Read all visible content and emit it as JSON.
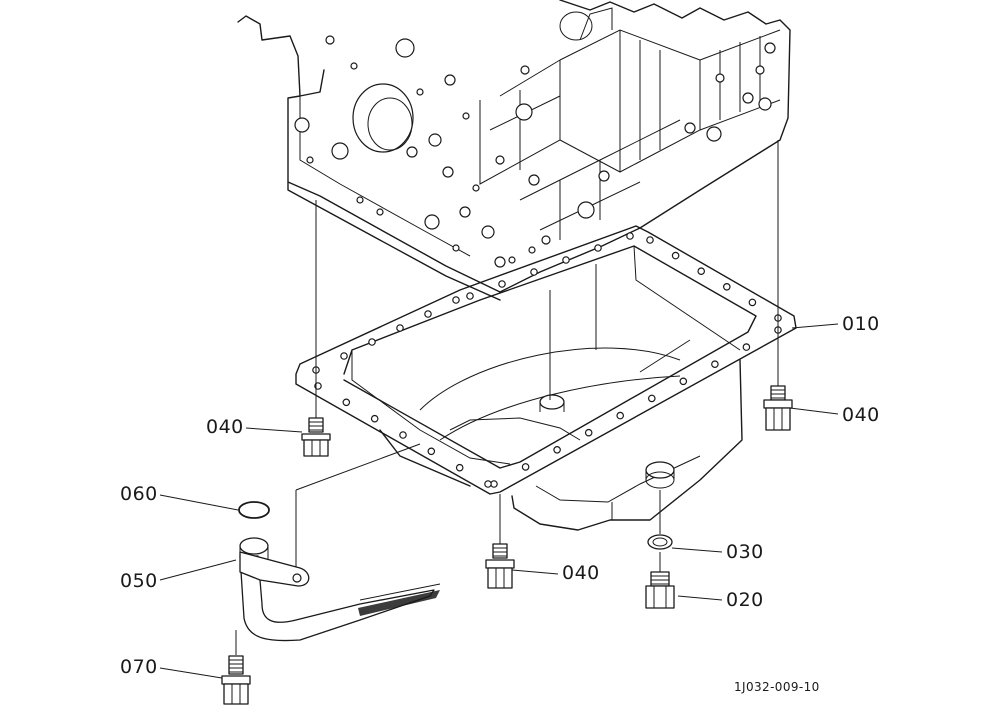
{
  "callouts": {
    "p010": "010",
    "p020": "020",
    "p030": "030",
    "p040_left": "040",
    "p040_right": "040",
    "p040_center": "040",
    "p050": "050",
    "p060": "060",
    "p070": "070"
  },
  "drawing_code": "1J032-009-10"
}
